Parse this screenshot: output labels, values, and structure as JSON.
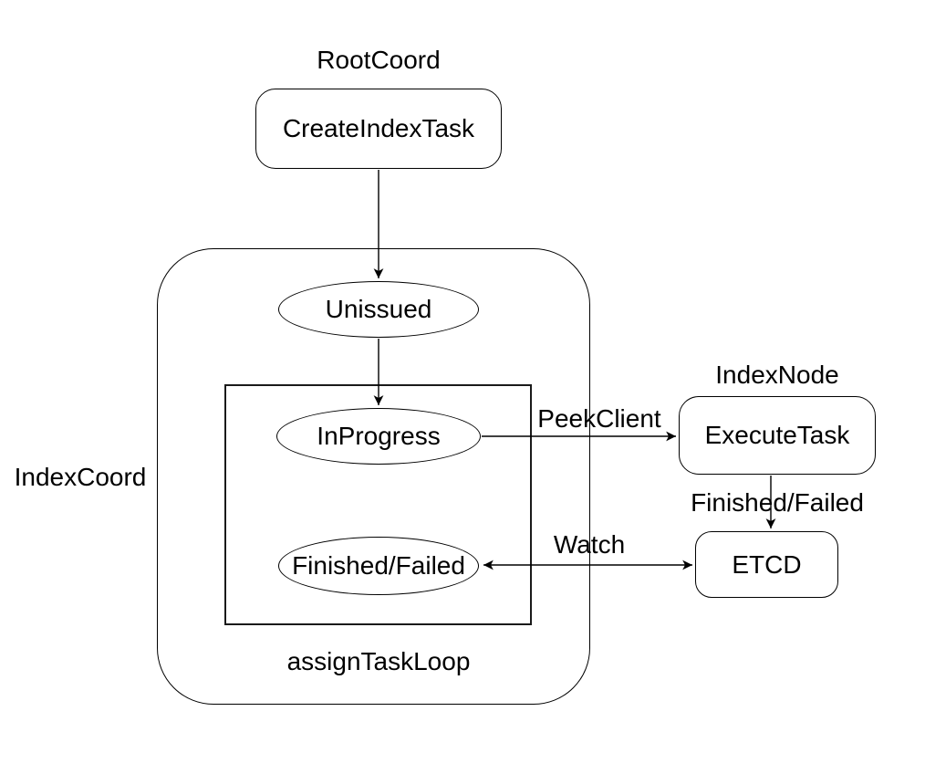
{
  "diagram": {
    "labels": {
      "root_coord": "RootCoord",
      "index_coord": "IndexCoord",
      "index_node": "IndexNode",
      "assign_task_loop": "assignTaskLoop"
    },
    "nodes": {
      "create_index_task": "CreateIndexTask",
      "unissued": "Unissued",
      "in_progress": "InProgress",
      "finished_failed": "Finished/Failed",
      "execute_task": "ExecuteTask",
      "etcd": "ETCD"
    },
    "edge_labels": {
      "peek_client": "PeekClient",
      "finished_failed": "Finished/Failed",
      "watch": "Watch"
    },
    "colors": {
      "stroke": "#000000",
      "text": "#000000",
      "background": "#ffffff"
    }
  }
}
